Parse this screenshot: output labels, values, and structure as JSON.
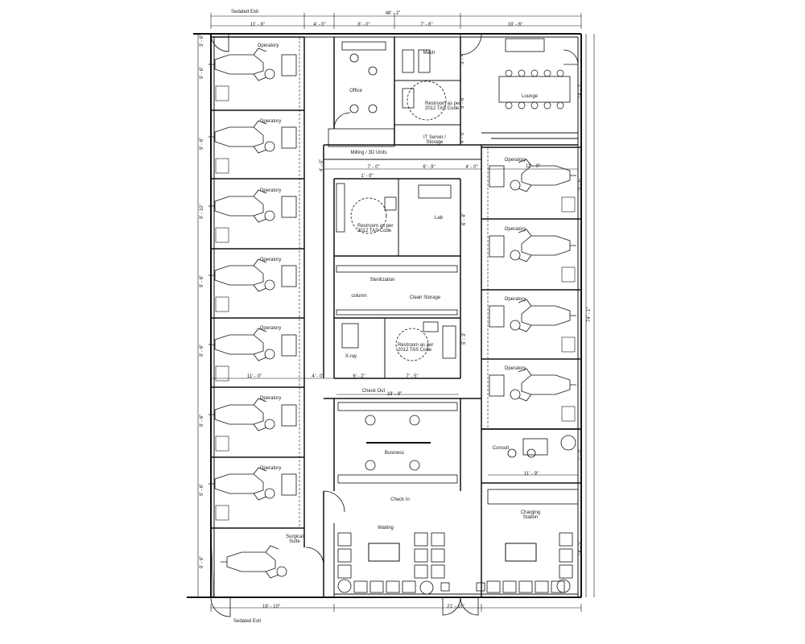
{
  "rooms": {
    "operatory": "Operatory",
    "office": "Office",
    "mech": "Mech",
    "lounge": "Lounge",
    "restroom_ne": "Restroom as per 2012 TAS Code",
    "it_server": "IT Server / Storage",
    "milling": "Milling / 3D Units",
    "restroom_center": "Restroom as per 2012 TAS Code",
    "lab": "Lab",
    "sterilization": "Sterilization",
    "column": "column",
    "clean_storage": "Clean Storage",
    "xray": "X-ray",
    "restroom_south": "Restroom as per 2012 TAS Code",
    "check_out": "Check Out",
    "business": "Business",
    "consult": "Consult",
    "check_in": "Check In",
    "charging_station": "Charging Station",
    "waiting": "Waiting",
    "surgical_suite": "Surgical Suite",
    "sedated_exit_top": "Sedated Exit",
    "sedated_exit_bottom": "Sedated Exit"
  },
  "dimensions": {
    "overall_top": "48' - 2\"",
    "top_left": "11' - 6\"",
    "top_4a": "4' - 0\"",
    "top_8": "8' - 0\"",
    "top_7": "7' - 6\"",
    "top_18": "18' - 6\"",
    "center_7": "7' - 0\"",
    "center_6": "6' - 9\"",
    "center_4": "4' - 0\"",
    "center_1": "1' - 9\"",
    "right_11": "11' - 0\"",
    "left_11": "11' - 0\"",
    "left_4": "4' - 0\"",
    "xray_6": "6' - 2\"",
    "restroom_7": "7' - 5\"",
    "checkout_19": "19' - 8\"",
    "consult_11": "11' - 9\"",
    "bottom_18": "18' - 10\"",
    "bottom_21": "21' - 11\"",
    "right_overall": "74' - 1\"",
    "right_lounge": "14' - 3\"",
    "right_waiting": "14' - 5\"",
    "right_op": "9' - 6\"",
    "left_op1": "9' - 6\"",
    "left_op2": "9' - 6\"",
    "left_op3": "9' - 10\"",
    "left_op4": "9' - 6\"",
    "left_op5": "9' - 6\"",
    "left_op6": "9' - 6\"",
    "left_op7": "9' - 6\"",
    "left_surg": "9' - 6\"",
    "left_top": "3' - 6\"",
    "mech_3": "3' - 4\"",
    "mech_5": "5' - 8\"",
    "it_4": "4' - 0\"",
    "milling_4": "4' - 0\"",
    "center_v1": "6' - 4\"",
    "center_v2": "5' - 3\"",
    "consult_v": "7' - 0\""
  }
}
